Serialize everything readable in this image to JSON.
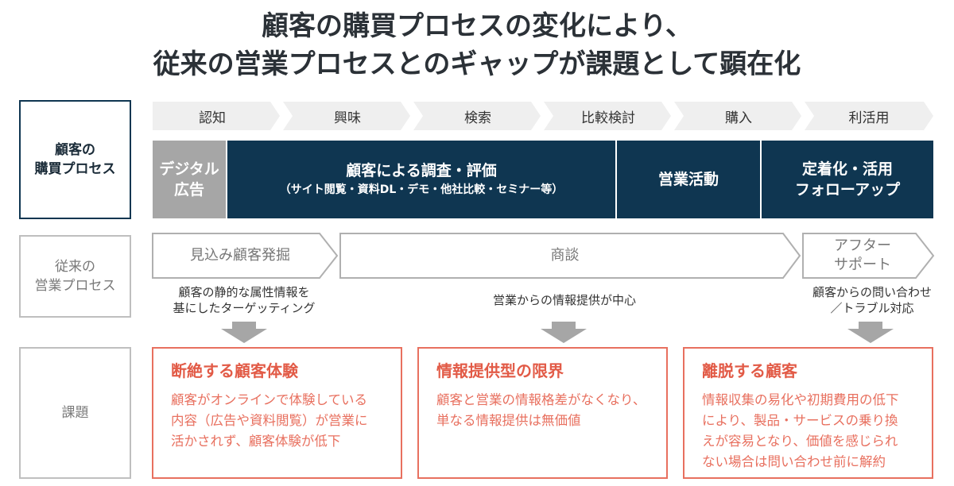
{
  "title_lines": [
    "顧客の購買プロセスの変化により、",
    "従来の営業プロセスとのギャップが課題として顕在化"
  ],
  "row_labels": {
    "customer": "顧客の\n購買プロセス",
    "sales": "従来の\n営業プロセス",
    "issue": "課題"
  },
  "stages": [
    "認知",
    "興味",
    "検索",
    "比較検討",
    "購入",
    "利活用"
  ],
  "customer_cells": [
    {
      "main": "デジタル\n広告",
      "sub": ""
    },
    {
      "main": "顧客による調査・評価",
      "sub": "（サイト閲覧・資料DL・デモ・他社比較・セミナー等）"
    },
    {
      "main": "営業活動",
      "sub": ""
    },
    {
      "main": "定着化・活用\nフォローアップ",
      "sub": ""
    }
  ],
  "sales_steps": [
    {
      "label": "見込み顧客発掘",
      "desc": "顧客の静的な属性情報を\n基にしたターゲッティング"
    },
    {
      "label": "商談",
      "desc": "営業からの情報提供が中心"
    },
    {
      "label": "アフター\nサポート",
      "desc": "顧客からの問い合わせ\n／トラブル対応"
    }
  ],
  "issues": [
    {
      "title": "断絶する顧客体験",
      "body": "顧客がオンラインで体験している\n内容（広告や資料閲覧）が営業に\n活かされず、顧客体験が低下"
    },
    {
      "title": "情報提供型の限界",
      "body": "顧客と営業の情報格差がなくなり、\n単なる情報提供は無価値"
    },
    {
      "title": "離脱する顧客",
      "body": "情報収集の易化や初期費用の低下\nにより、製品・サービスの乗り換\nえが容易となり、価値を感じられ\nない場合は問い合わせ前に解約"
    }
  ],
  "colors": {
    "navy": "#0f3651",
    "gray_cell": "#a6a6a6",
    "stage_fill": "#efefef",
    "issue_border": "#e8705f",
    "issue_title": "#e25b47",
    "label_border_dark": "#0f3651",
    "label_border_light": "#bfbfbf",
    "arrow_gray": "#a6a6a6",
    "outline_gray": "#b0b0b0"
  }
}
